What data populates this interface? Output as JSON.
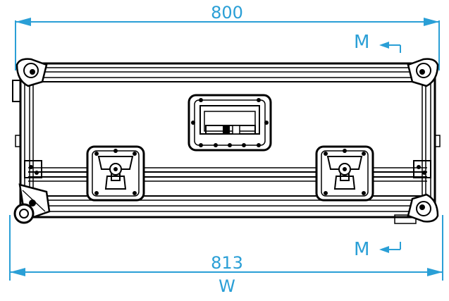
{
  "dimensions": {
    "top_width": "800",
    "bottom_width": "813",
    "bottom_symbol": "W",
    "section_marker_top": "M",
    "section_marker_bottom": "M"
  },
  "colors": {
    "dimension": "#2a9fd6",
    "outline": "#000000",
    "background": "#ffffff"
  },
  "icons": [
    "section-arrow-icon",
    "handle-icon",
    "butterfly-latch-icon",
    "corner-ball-icon",
    "caster-wheel-icon",
    "rivet-icon"
  ]
}
